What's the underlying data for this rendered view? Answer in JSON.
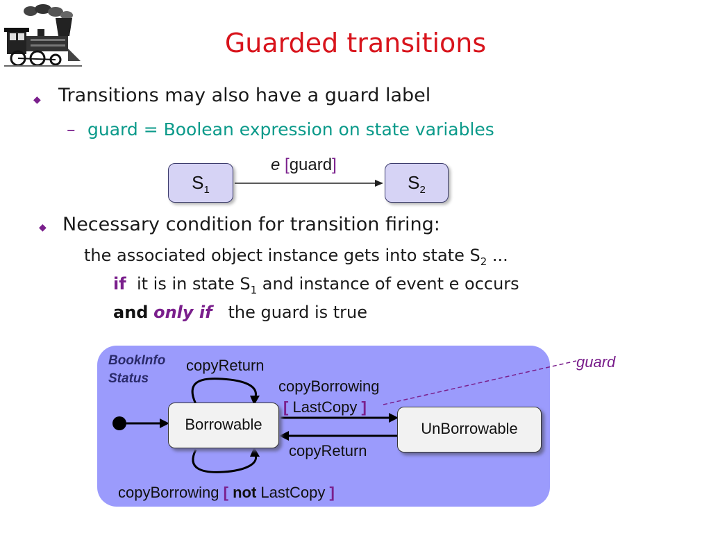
{
  "title": "Guarded transitions",
  "bullets": [
    {
      "text": "Transitions may also have a guard label"
    },
    {
      "text": "Necessary condition for transition firing:"
    }
  ],
  "sub_dash": "–",
  "sub_text": "guard = Boolean expression on state variables",
  "small_diagram": {
    "s1_main": "S",
    "s1_sub": "1",
    "s2_main": "S",
    "s2_sub": "2",
    "event": "e",
    "bracket_open": "[",
    "guard": "guard",
    "bracket_close": "]"
  },
  "condition": {
    "line1_pre": "the associated object instance gets into state S",
    "line1_sub": "2",
    "line1_post": " ...",
    "if_kw": "if",
    "line2_pre": "it is in state S",
    "line2_sub": "1",
    "line2_post": " and instance of event e occurs",
    "and_kw": "and",
    "only_if_kw": "only if",
    "line3_post": "the guard is true"
  },
  "machine": {
    "name_line1": "BookInfo",
    "name_line2": "Status",
    "state_borrowable": "Borrowable",
    "state_unborrowable": "UnBorrowable",
    "self_top_label": "copyReturn",
    "self_bottom_event": "copyBorrowing",
    "self_bottom_open": "[",
    "self_bottom_not": "not",
    "self_bottom_guard": "LastCopy",
    "self_bottom_close": "]",
    "fwd_event": "copyBorrowing",
    "fwd_open": "[",
    "fwd_guard": "LastCopy",
    "fwd_close": "]",
    "back_label": "copyReturn"
  },
  "guard_callout": "guard",
  "colors": {
    "title": "#d8141c",
    "teal": "#0b9a8a",
    "purple": "#7a1f8c",
    "machine_bg": "#9b9bfc",
    "small_state_bg": "#d6d3f5"
  },
  "icons": [
    "locomotive-icon",
    "diamond-bullet-icon"
  ]
}
